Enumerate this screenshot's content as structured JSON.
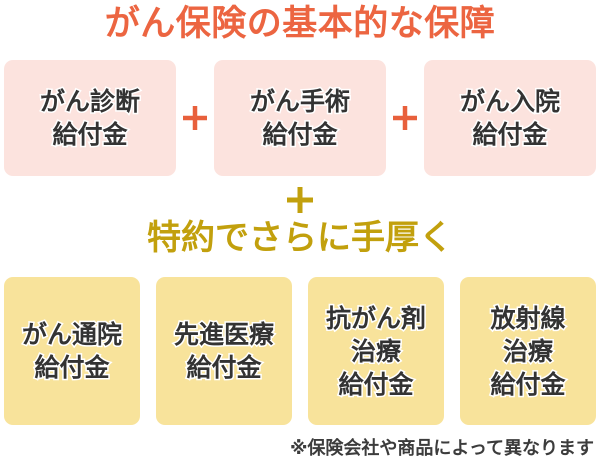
{
  "title": "がん保険の基本的な保障",
  "basic": {
    "operator_icon": "plus-icon",
    "boxes": [
      {
        "text": "がん診断\n給付金"
      },
      {
        "text": "がん手術\n給付金"
      },
      {
        "text": "がん入院\n給付金"
      }
    ]
  },
  "rider": {
    "plus_icon": "plus-icon",
    "title": "特約でさらに手厚く",
    "boxes": [
      {
        "text": "がん通院\n給付金"
      },
      {
        "text": "先進医療\n給付金"
      },
      {
        "text": "抗がん剤\n治療\n給付金"
      },
      {
        "text": "放射線\n治療\n給付金"
      }
    ]
  },
  "footnote": "※保険会社や商品によって異なります",
  "colors": {
    "title_orange": "#ec6541",
    "plus_orange": "#e8603c",
    "rider_gold": "#c2a00d",
    "basic_box_bg": "#fce3de",
    "rider_box_bg": "#f8e39b",
    "box_text": "#333333",
    "footnote_text": "#3c3c3c",
    "page_bg": "#ffffff",
    "outline": "#ffffff"
  }
}
